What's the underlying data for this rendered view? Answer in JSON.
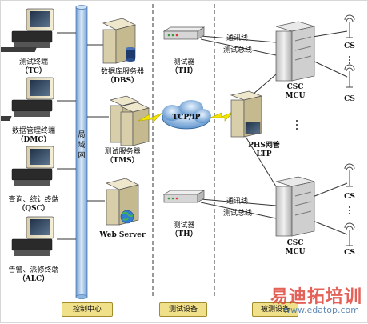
{
  "terminals": [
    {
      "name": "测试终端",
      "abbr": "（TC）"
    },
    {
      "name": "数据管理终端",
      "abbr": "（DMC）"
    },
    {
      "name": "查询、统计终端",
      "abbr": "（QSC）"
    },
    {
      "name": "告警、派修终端",
      "abbr": "（ALC）"
    }
  ],
  "network": {
    "label": "局域网"
  },
  "servers": [
    {
      "name": "数据库服务器",
      "abbr": "（DBS）"
    },
    {
      "name": "测试服务器",
      "abbr": "（TMS）"
    },
    {
      "name": "Web Server"
    }
  ],
  "cloud": {
    "label": "TCP/IP"
  },
  "testers": [
    {
      "name": "测试器",
      "abbr": "（TH）"
    },
    {
      "name": "测试器",
      "abbr": "（TH）"
    }
  ],
  "links": {
    "top": [
      "通讯线",
      "测试总线"
    ],
    "bottom": [
      "通讯线",
      "测试总线"
    ]
  },
  "csc": [
    {
      "line1": "CSC",
      "line2": "MCU"
    },
    {
      "line1": "CSC",
      "line2": "MCU"
    }
  ],
  "phs": {
    "line1": "PHS网管",
    "line2": "LTP"
  },
  "cs_label": "CS",
  "sections": [
    "控制中心",
    "测试设备",
    "被测设备"
  ],
  "watermark": {
    "brand": "易迪拓培训",
    "site": "www.edatop.com"
  },
  "colors": {
    "pipe": "#9fc3e6",
    "bolt": "#f2e600",
    "section": "#f0e08a"
  }
}
